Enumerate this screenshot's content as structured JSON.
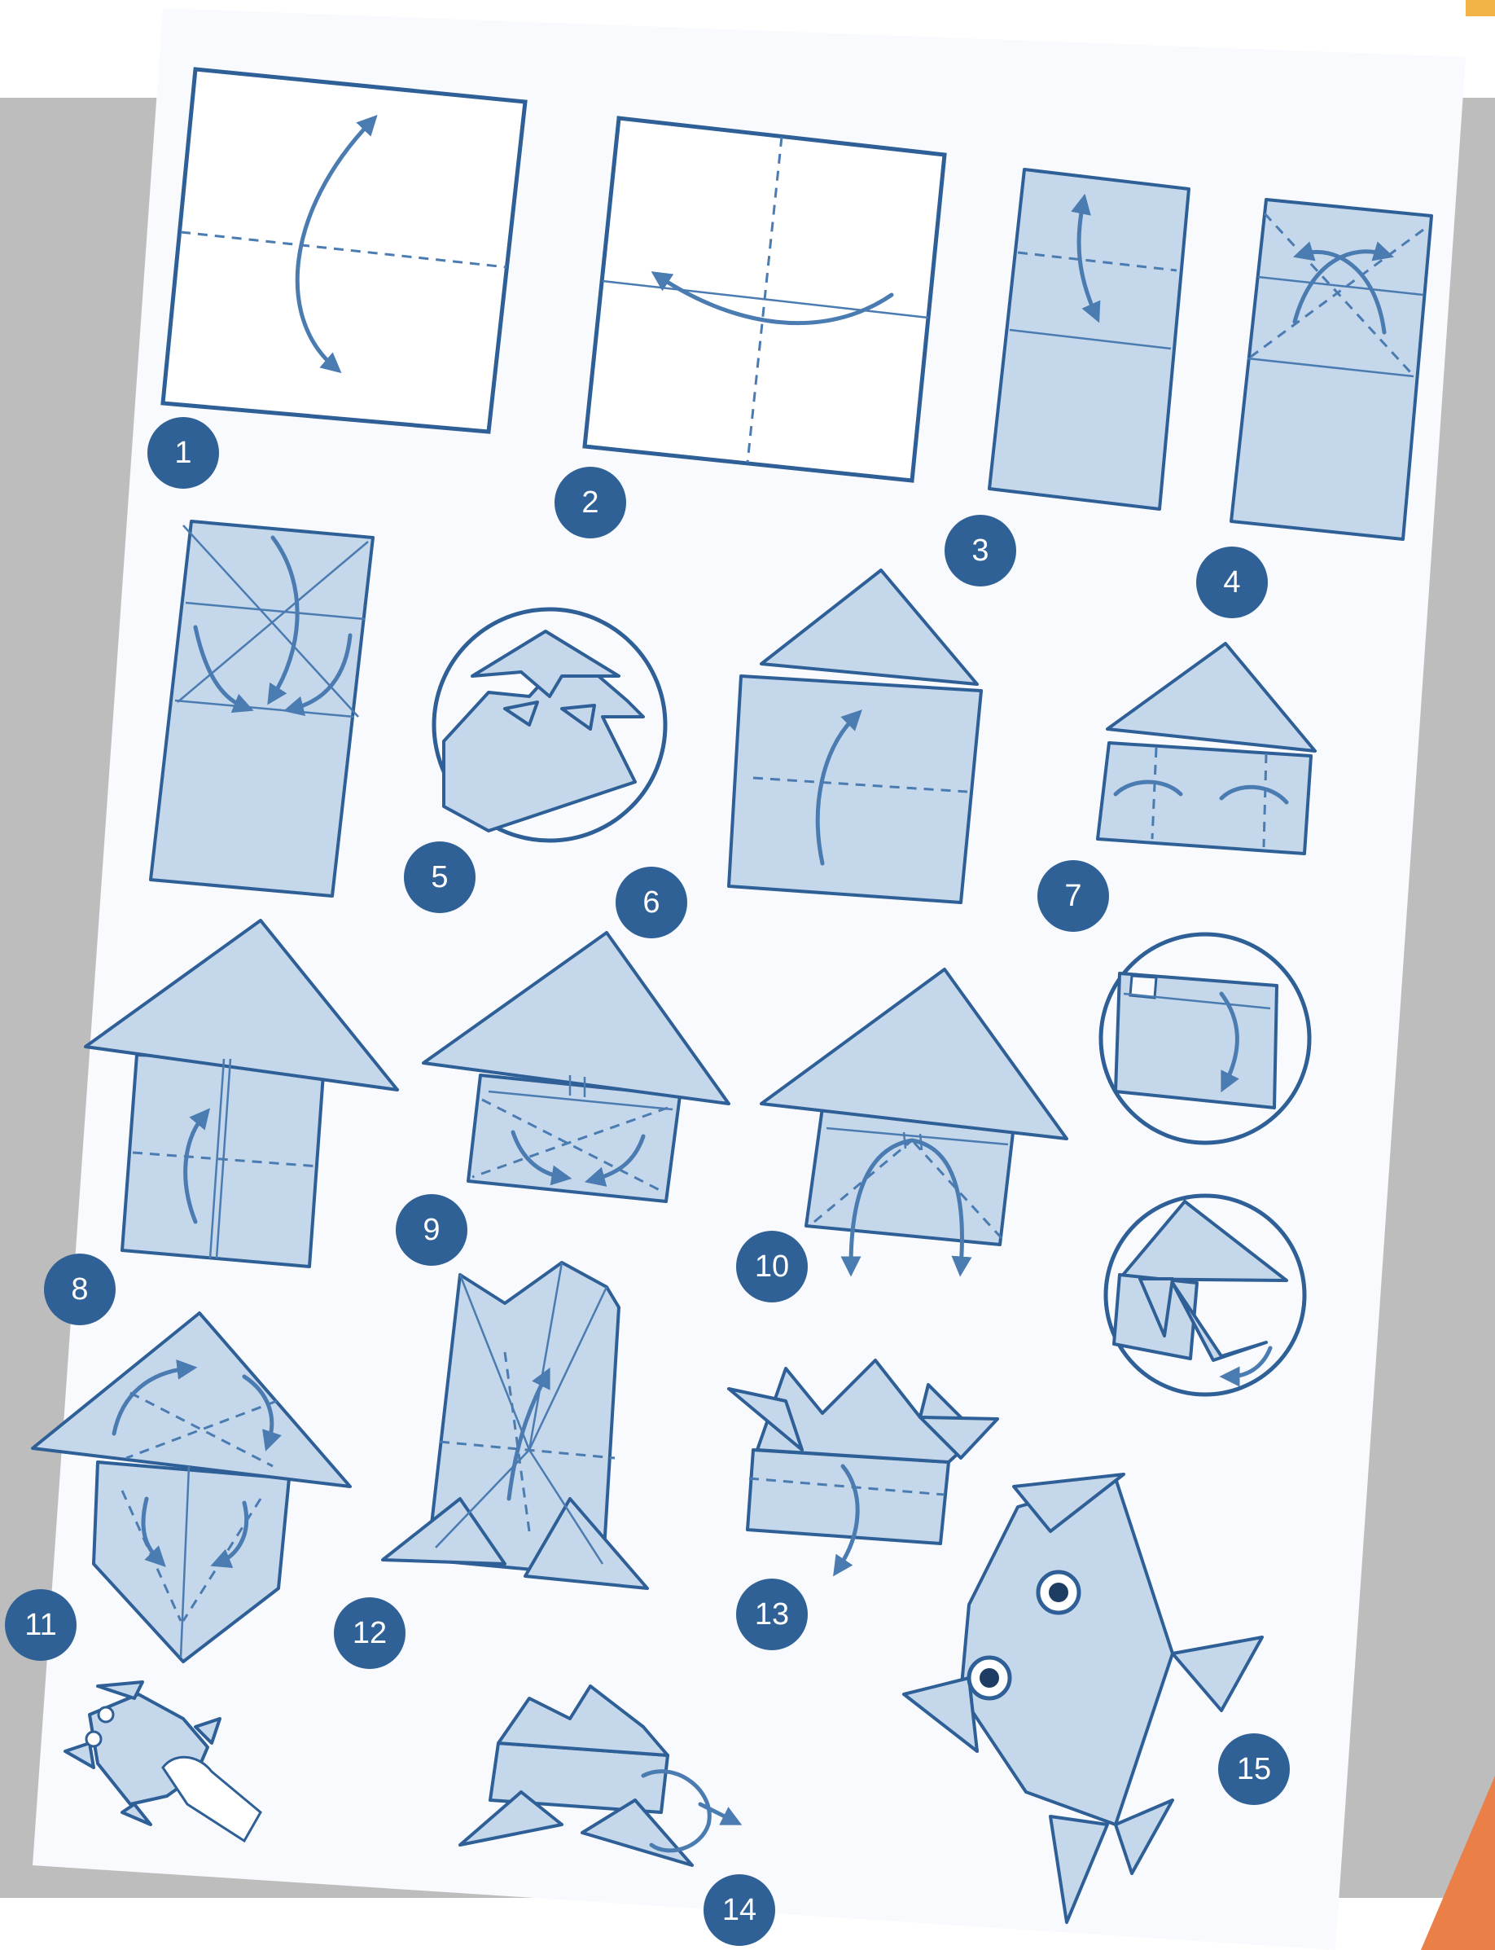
{
  "colors": {
    "frame": "#bdbdbd",
    "sheet": "#f8fafd",
    "paper_fill": "#c5d7ea",
    "outline": "#2e5f96",
    "badge": "#2f6096",
    "accent_orange": "#ea7f48"
  },
  "steps": [
    {
      "number": "1"
    },
    {
      "number": "2"
    },
    {
      "number": "3"
    },
    {
      "number": "4"
    },
    {
      "number": "5"
    },
    {
      "number": "6"
    },
    {
      "number": "7"
    },
    {
      "number": "8"
    },
    {
      "number": "9"
    },
    {
      "number": "10"
    },
    {
      "number": "11"
    },
    {
      "number": "12"
    },
    {
      "number": "13"
    },
    {
      "number": "14"
    },
    {
      "number": "15"
    }
  ]
}
